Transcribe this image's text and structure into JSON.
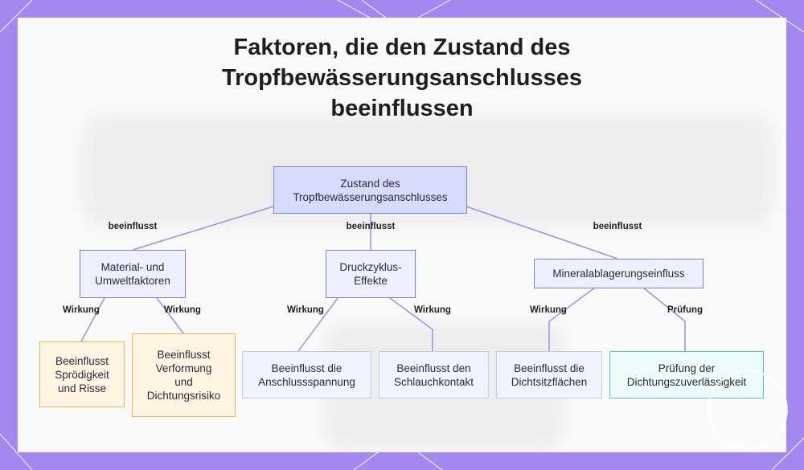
{
  "title": "Faktoren, die den Zustand des Tropfbewässerungsanschlusses beeinflussen",
  "colors": {
    "background": "#a488f0",
    "edge": "#a890e6",
    "root_fill": "#d8dcfc",
    "warn_border": "#f0b54a",
    "check_border": "#54c2c2"
  },
  "nodes": {
    "root": "Zustand des\nTropfbewässerungsanschlusses",
    "material": "Material- und\nUmweltfaktoren",
    "druck": "Druckzyklus-\nEffekte",
    "mineral": "Mineralablagerungseinfluss",
    "sproedigkeit": "Beeinflusst\nSprödigkeit\nund Risse",
    "verformung": "Beeinflusst\nVerformung\nund\nDichtungsrisiko",
    "spannung": "Beeinflusst die\nAnschlussspannung",
    "schlauch": "Beeinflusst den\nSchlauchkontakt",
    "dichtsitz": "Beeinflusst die\nDichtsitzflächen",
    "pruefung": "Prüfung der\nDichtungszuverlässigkeit"
  },
  "edge_labels": {
    "root_material": "beeinflusst",
    "root_druck": "beeinflusst",
    "root_mineral": "beeinflusst",
    "material_sproedigkeit": "Wirkung",
    "material_verformung": "Wirkung",
    "druck_spannung": "Wirkung",
    "druck_schlauch": "Wirkung",
    "mineral_dichtsitz": "Wirkung",
    "mineral_pruefung": "Prüfung"
  }
}
